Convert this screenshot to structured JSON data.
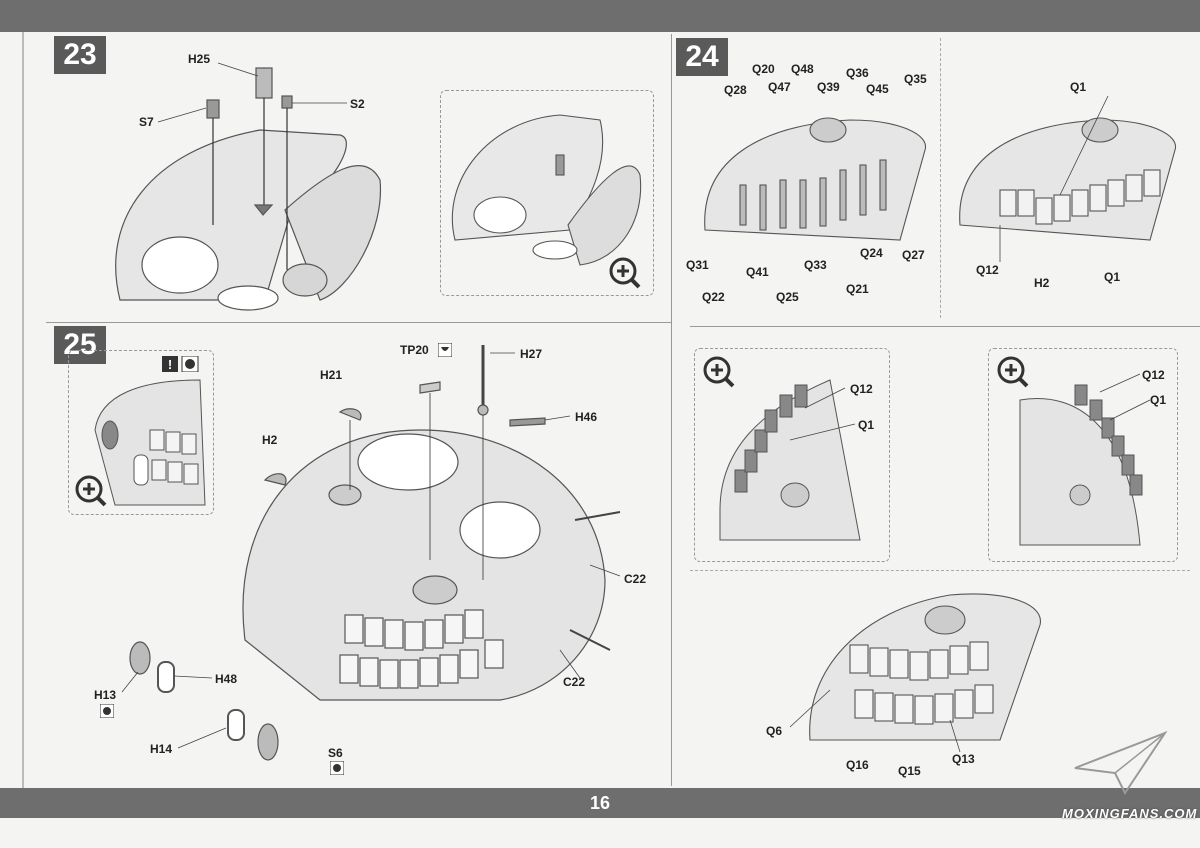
{
  "page": {
    "number": "16",
    "watermark": "MOXINGFANS.COM"
  },
  "steps": {
    "s23": "23",
    "s24": "24",
    "s25": "25"
  },
  "labels": {
    "s23": {
      "H25": "H25",
      "S7": "S7",
      "S2": "S2"
    },
    "s24": {
      "Q20": "Q20",
      "Q48": "Q48",
      "Q36": "Q36",
      "Q35": "Q35",
      "Q28": "Q28",
      "Q47": "Q47",
      "Q39": "Q39",
      "Q45": "Q45",
      "Q31": "Q31",
      "Q22": "Q22",
      "Q41": "Q41",
      "Q25": "Q25",
      "Q33": "Q33",
      "Q21": "Q21",
      "Q24": "Q24",
      "Q27": "Q27",
      "Q1a": "Q1",
      "Q12a": "Q12",
      "H2a": "H2",
      "Q1b": "Q1",
      "Q12b": "Q12",
      "Q1c": "Q1",
      "Q12c": "Q12",
      "Q1d": "Q1",
      "Q6": "Q6",
      "Q16": "Q16",
      "Q15": "Q15",
      "Q13": "Q13"
    },
    "s25": {
      "TP20": "TP20",
      "H27": "H27",
      "H21": "H21",
      "H46": "H46",
      "H2": "H2",
      "C22a": "C22",
      "C22b": "C22",
      "H13": "H13",
      "H48": "H48",
      "H14": "H14",
      "S6": "S6"
    }
  },
  "icons": [
    "zoom-icon",
    "exclamation-icon",
    "glue-icon",
    "trash-icon"
  ]
}
